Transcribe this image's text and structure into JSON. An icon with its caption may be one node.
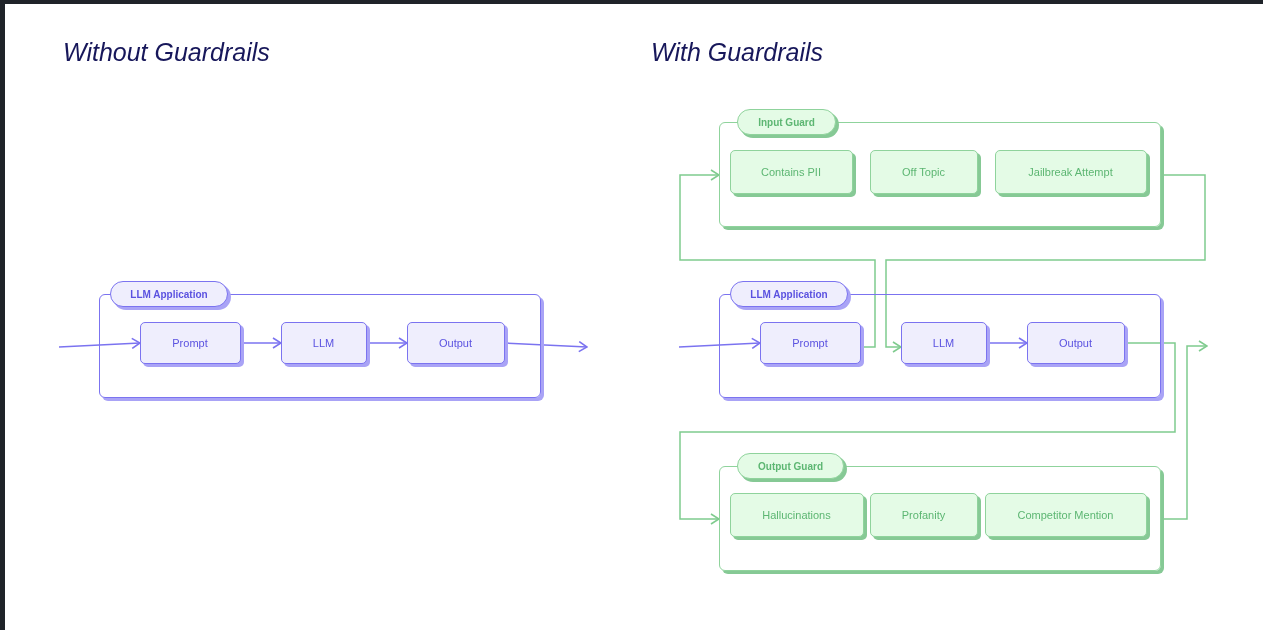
{
  "diagram": {
    "nodes": [
      {
        "text": [
          "LLM Application"
        ]
      },
      {
        "text": [
          "Prompt"
        ],
        "in": 0
      },
      {
        "text": [
          "LLM"
        ],
        "in": 0
      },
      {
        "text": [
          "Output"
        ],
        "in": 0
      },
      {
        "text": [
          "Input Guard"
        ]
      },
      {
        "text": [
          "Contains PII"
        ],
        "in": 4
      },
      {
        "text": [
          "Off Topic"
        ],
        "in": 4
      },
      {
        "text": [
          "Jailbreak Attempt"
        ],
        "in": 4
      },
      {
        "text": [
          "LLM Application"
        ]
      },
      {
        "text": [
          "Prompt"
        ],
        "in": 8
      },
      {
        "text": [
          "LLM"
        ],
        "in": 8
      },
      {
        "text": [
          "Output"
        ],
        "in": 8
      },
      {
        "text": [
          "Output Guard"
        ]
      },
      {
        "text": [
          "Hallucinations"
        ],
        "in": 12
      },
      {
        "text": [
          "Profanity"
        ],
        "in": 12
      },
      {
        "text": [
          "Competitor Mention"
        ],
        "in": 12
      }
    ],
    "edges": [
      {
        "from": null,
        "to": 1,
        "arrow": "to"
      },
      {
        "from": 1,
        "to": 2,
        "arrow": "to"
      },
      {
        "from": 2,
        "to": 3,
        "arrow": "to"
      },
      {
        "from": 3,
        "to": null,
        "arrow": "to"
      },
      {
        "from": null,
        "to": 9,
        "arrow": "to"
      },
      {
        "from": 9,
        "to": 4,
        "arrow": "to",
        "color": "#7fcb8e"
      },
      {
        "from": 4,
        "to": 10,
        "arrow": "to",
        "color": "#7fcb8e"
      },
      {
        "from": 10,
        "to": 11,
        "arrow": "to"
      },
      {
        "from": 11,
        "to": 12,
        "arrow": "to",
        "color": "#7fcb8e"
      },
      {
        "from": 12,
        "to": null,
        "arrow": "to",
        "color": "#7fcb8e"
      }
    ],
    "labels": [
      "Without Guardrails",
      "With Guardrails"
    ]
  }
}
